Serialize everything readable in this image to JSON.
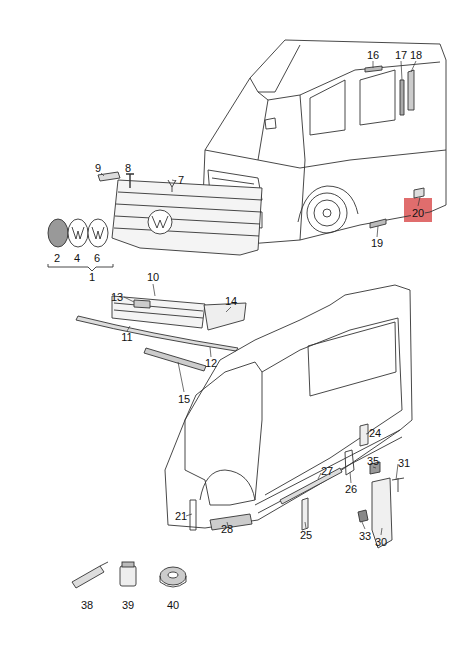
{
  "diagram": {
    "labels": [
      "16",
      "17",
      "18",
      "9",
      "8",
      "7",
      "20",
      "2",
      "4",
      "6",
      "1",
      "19",
      "10",
      "13",
      "14",
      "11",
      "12",
      "15",
      "24",
      "35",
      "31",
      "26",
      "27",
      "21",
      "28",
      "25",
      "33",
      "30",
      "38",
      "39",
      "40"
    ]
  }
}
